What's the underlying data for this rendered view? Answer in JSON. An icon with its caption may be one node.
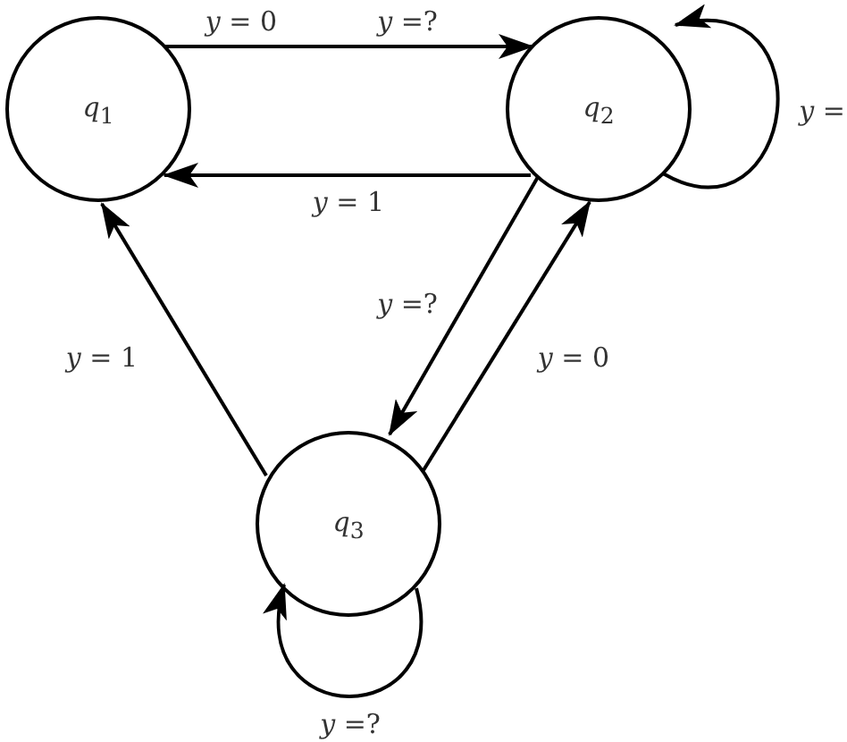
{
  "diagram": {
    "nodes": [
      {
        "text": [
          "*q*$_{1}$"
        ]
      },
      {
        "text": [
          "*q*$_{2}$"
        ]
      },
      {
        "text": [
          "*q*$_{3}$"
        ]
      }
    ],
    "edges": [
      {
        "from": 0,
        "to": 1,
        "arrow": "to",
        "label": "*y* = 0"
      },
      {
        "from": 1,
        "to": 1,
        "arrow": "to",
        "label": "*y* ="
      },
      {
        "from": 1,
        "to": 0,
        "arrow": "to",
        "label": "*y* = 1"
      },
      {
        "from": 1,
        "to": 2,
        "arrow": "to",
        "label": "*y* =?"
      },
      {
        "from": 2,
        "to": 1,
        "arrow": "to",
        "label": "*y* = 0"
      },
      {
        "from": 2,
        "to": 0,
        "arrow": "to",
        "label": "*y* = 1"
      },
      {
        "from": 2,
        "to": 2,
        "arrow": "to",
        "label": "*y* =?"
      }
    ],
    "labels": [
      "*y* =?"
    ]
  }
}
